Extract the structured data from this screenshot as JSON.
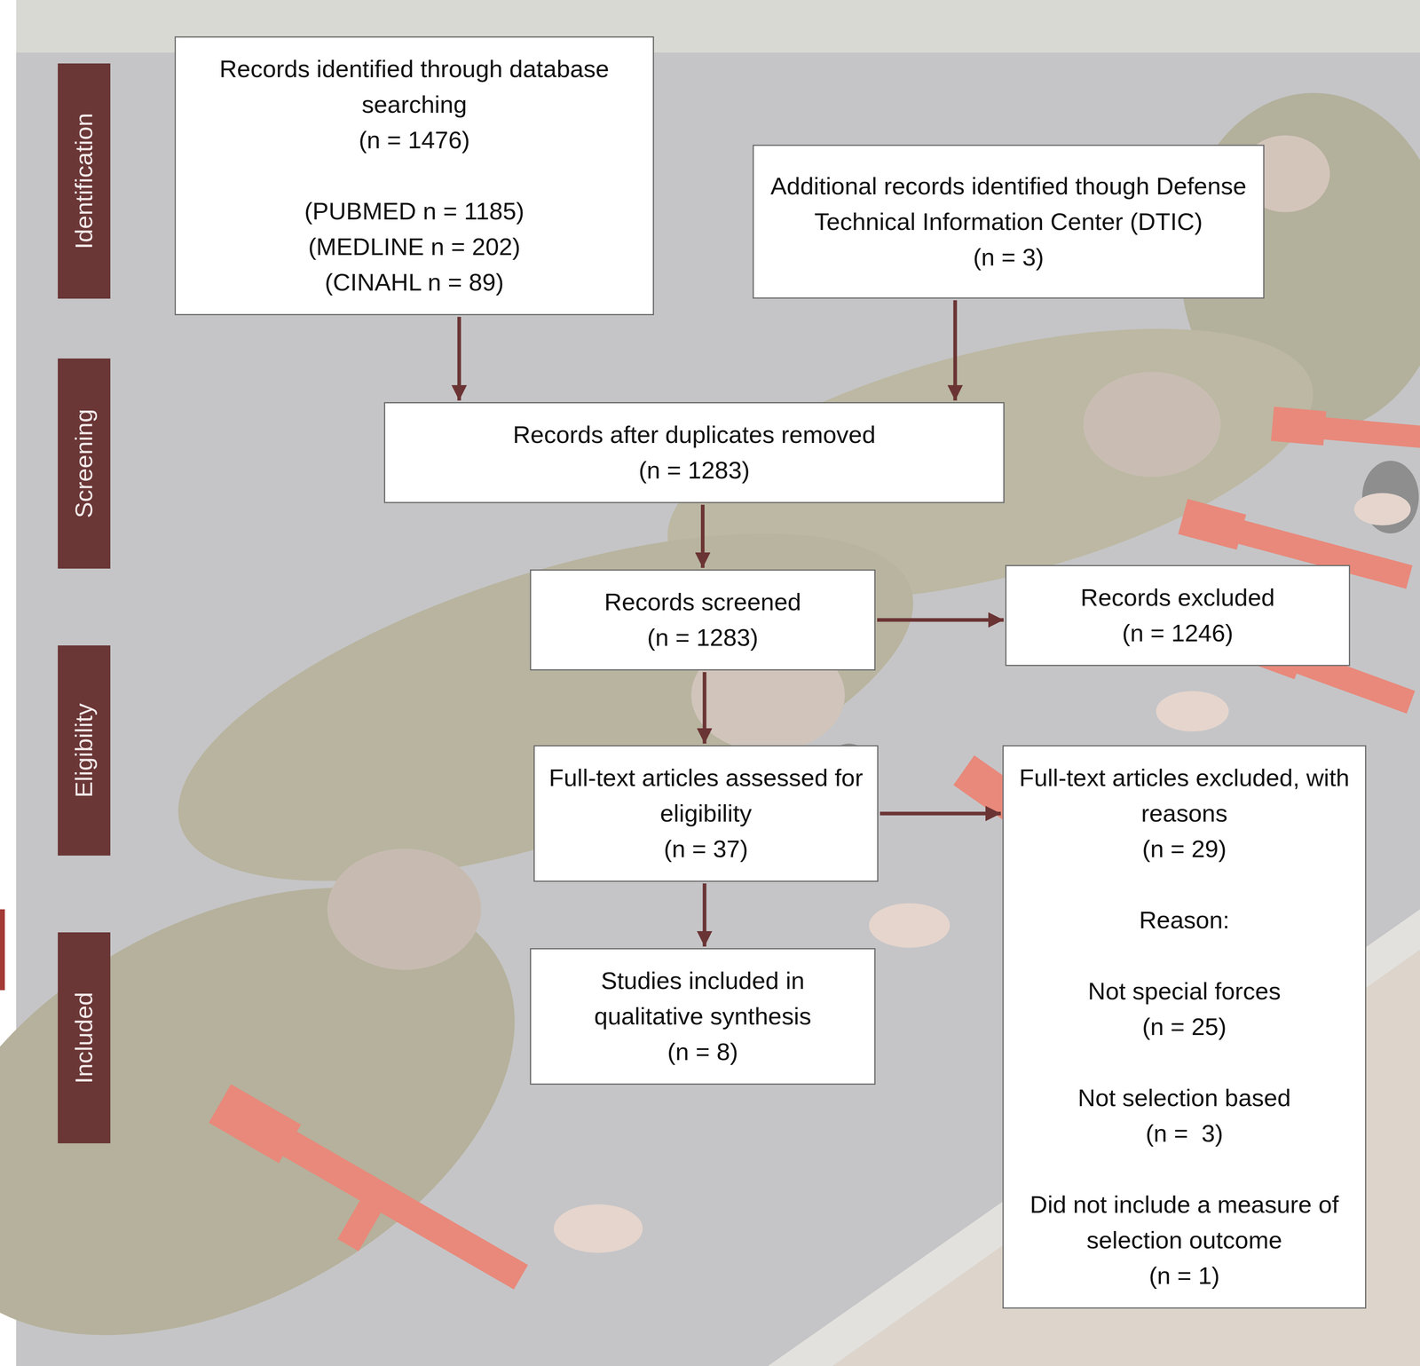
{
  "diagram": {
    "nodes": [
      {
        "text": [
          "Identification"
        ]
      },
      {
        "text": [
          "Records identified through database searching",
          "(n = 1476)",
          "(PUBMED n = 1185)",
          "(MEDLINE n = 202)",
          "(CINAHL n = 89)"
        ]
      },
      {
        "text": [
          "Additional records identified though Defense Technical Information Center (DTIC)",
          "(n = 3)"
        ]
      },
      {
        "text": [
          "Screening"
        ]
      },
      {
        "text": [
          "Records after duplicates removed",
          "(n = 1283)"
        ]
      },
      {
        "text": [
          "Records screened",
          "(n = 1283)"
        ]
      },
      {
        "text": [
          "Records excluded",
          "(n = 1246)"
        ]
      },
      {
        "text": [
          "Eligibility"
        ]
      },
      {
        "text": [
          "Full-text articles assessed for eligibility",
          "(n = 37)"
        ]
      },
      {
        "text": [
          "Full-text articles excluded, with reasons",
          "(n = 29)",
          "Reason:",
          "Not special forces",
          "(n = 25)",
          "Not selection based",
          "(n =  3)",
          "Did not include a measure of selection outcome",
          "(n = 1)"
        ]
      },
      {
        "text": [
          "Included"
        ]
      },
      {
        "text": [
          "Studies included in qualitative synthesis",
          "(n = 8)"
        ]
      }
    ],
    "edges": [
      {
        "from": 1,
        "to": 4,
        "arrow": "to"
      },
      {
        "from": 2,
        "to": 4,
        "arrow": "to"
      },
      {
        "from": 4,
        "to": 5,
        "arrow": "to"
      },
      {
        "from": 5,
        "to": 6,
        "arrow": "to"
      },
      {
        "from": 5,
        "to": 8,
        "arrow": "to"
      },
      {
        "from": 8,
        "to": 9,
        "arrow": "to"
      },
      {
        "from": 8,
        "to": 11,
        "arrow": "to"
      }
    ]
  }
}
